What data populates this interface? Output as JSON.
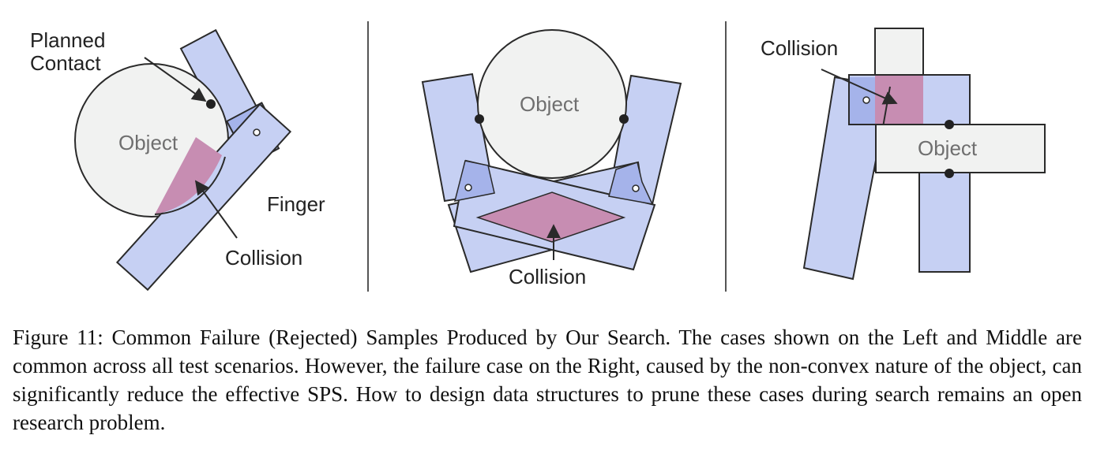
{
  "left_panel": {
    "planned_contact_line1": "Planned",
    "planned_contact_line2": "Contact",
    "object_label": "Object",
    "finger_label": "Finger",
    "collision_label": "Collision"
  },
  "middle_panel": {
    "object_label": "Object",
    "collision_label": "Collision"
  },
  "right_panel": {
    "collision_label": "Collision",
    "object_label": "Object"
  },
  "caption": {
    "text": "Figure 11: Common Failure (Rejected) Samples Produced by Our Search. The cases shown on the Left and Middle are common across all test scenarios. However, the failure case on the Right, caused by the non-convex nature of the object, can significantly reduce the effective SPS. How to design data structures to prune these cases during search remains an open research problem."
  },
  "colors": {
    "finger_fill": "#c6d0f3",
    "overlap_fill": "#a5b3ea",
    "object_fill": "#f1f2f1",
    "collision_fill": "#c78db2",
    "stroke": "#2a2a2a",
    "divider": "#555555"
  }
}
